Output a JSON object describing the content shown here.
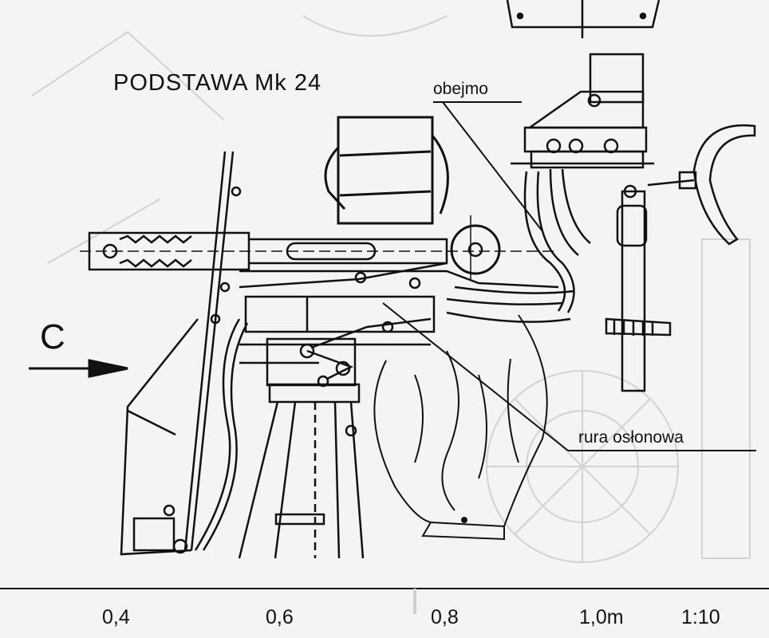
{
  "title": "PODSTAWA Mk 24",
  "labels": {
    "clamp": "obejmo",
    "guard_tube": "rura osłonowa",
    "view_letter": "C"
  },
  "scale_bar": {
    "ticks": [
      "0,4",
      "0,6",
      "0,8",
      "1,0m"
    ],
    "ratio": "1:10"
  },
  "colors": {
    "ink": "#111111",
    "paper": "#f4f4f2",
    "ghost": "#cfcfcc"
  }
}
